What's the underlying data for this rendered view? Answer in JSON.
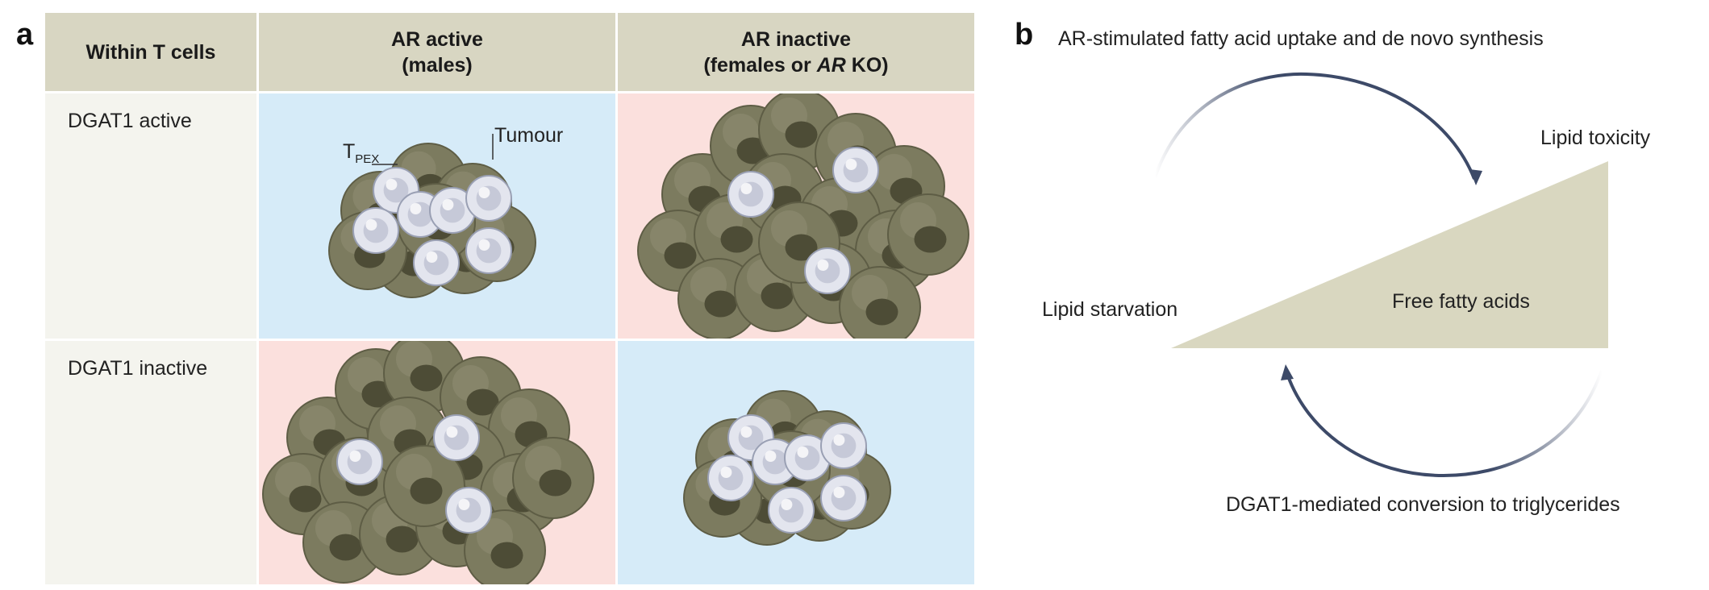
{
  "panel_a": {
    "label": "a",
    "header": {
      "corner": "Within T cells",
      "ar_active": [
        "AR active",
        "(males)"
      ],
      "ar_inactive_line1": "AR inactive",
      "ar_inactive_line2": {
        "pre": "(females or ",
        "italic": "AR",
        "post": " KO)"
      }
    },
    "rows": [
      {
        "label": "DGAT1 active"
      },
      {
        "label": "DGAT1 inactive"
      }
    ],
    "annotations": {
      "tpex_main": "T",
      "tpex_sub": "PEX",
      "tumour": "Tumour"
    },
    "colors": {
      "header_bg": "#d8d6c2",
      "favourable_bg": "#d6ebf8",
      "unfavourable_bg": "#fbe0dd",
      "tumour_cell": "#7c7b5f",
      "t_cell": "#e3e5ee"
    }
  },
  "panel_b": {
    "label": "b",
    "title": "AR-stimulated fatty acid uptake and de novo synthesis",
    "high_end": "Lipid toxicity",
    "low_end": "Lipid starvation",
    "wedge_label": "Free fatty acids",
    "bottom_arrow": "DGAT1-mediated conversion to triglycerides",
    "colors": {
      "wedge": "#d9d7c0",
      "arrow": "#3d4a68"
    }
  }
}
